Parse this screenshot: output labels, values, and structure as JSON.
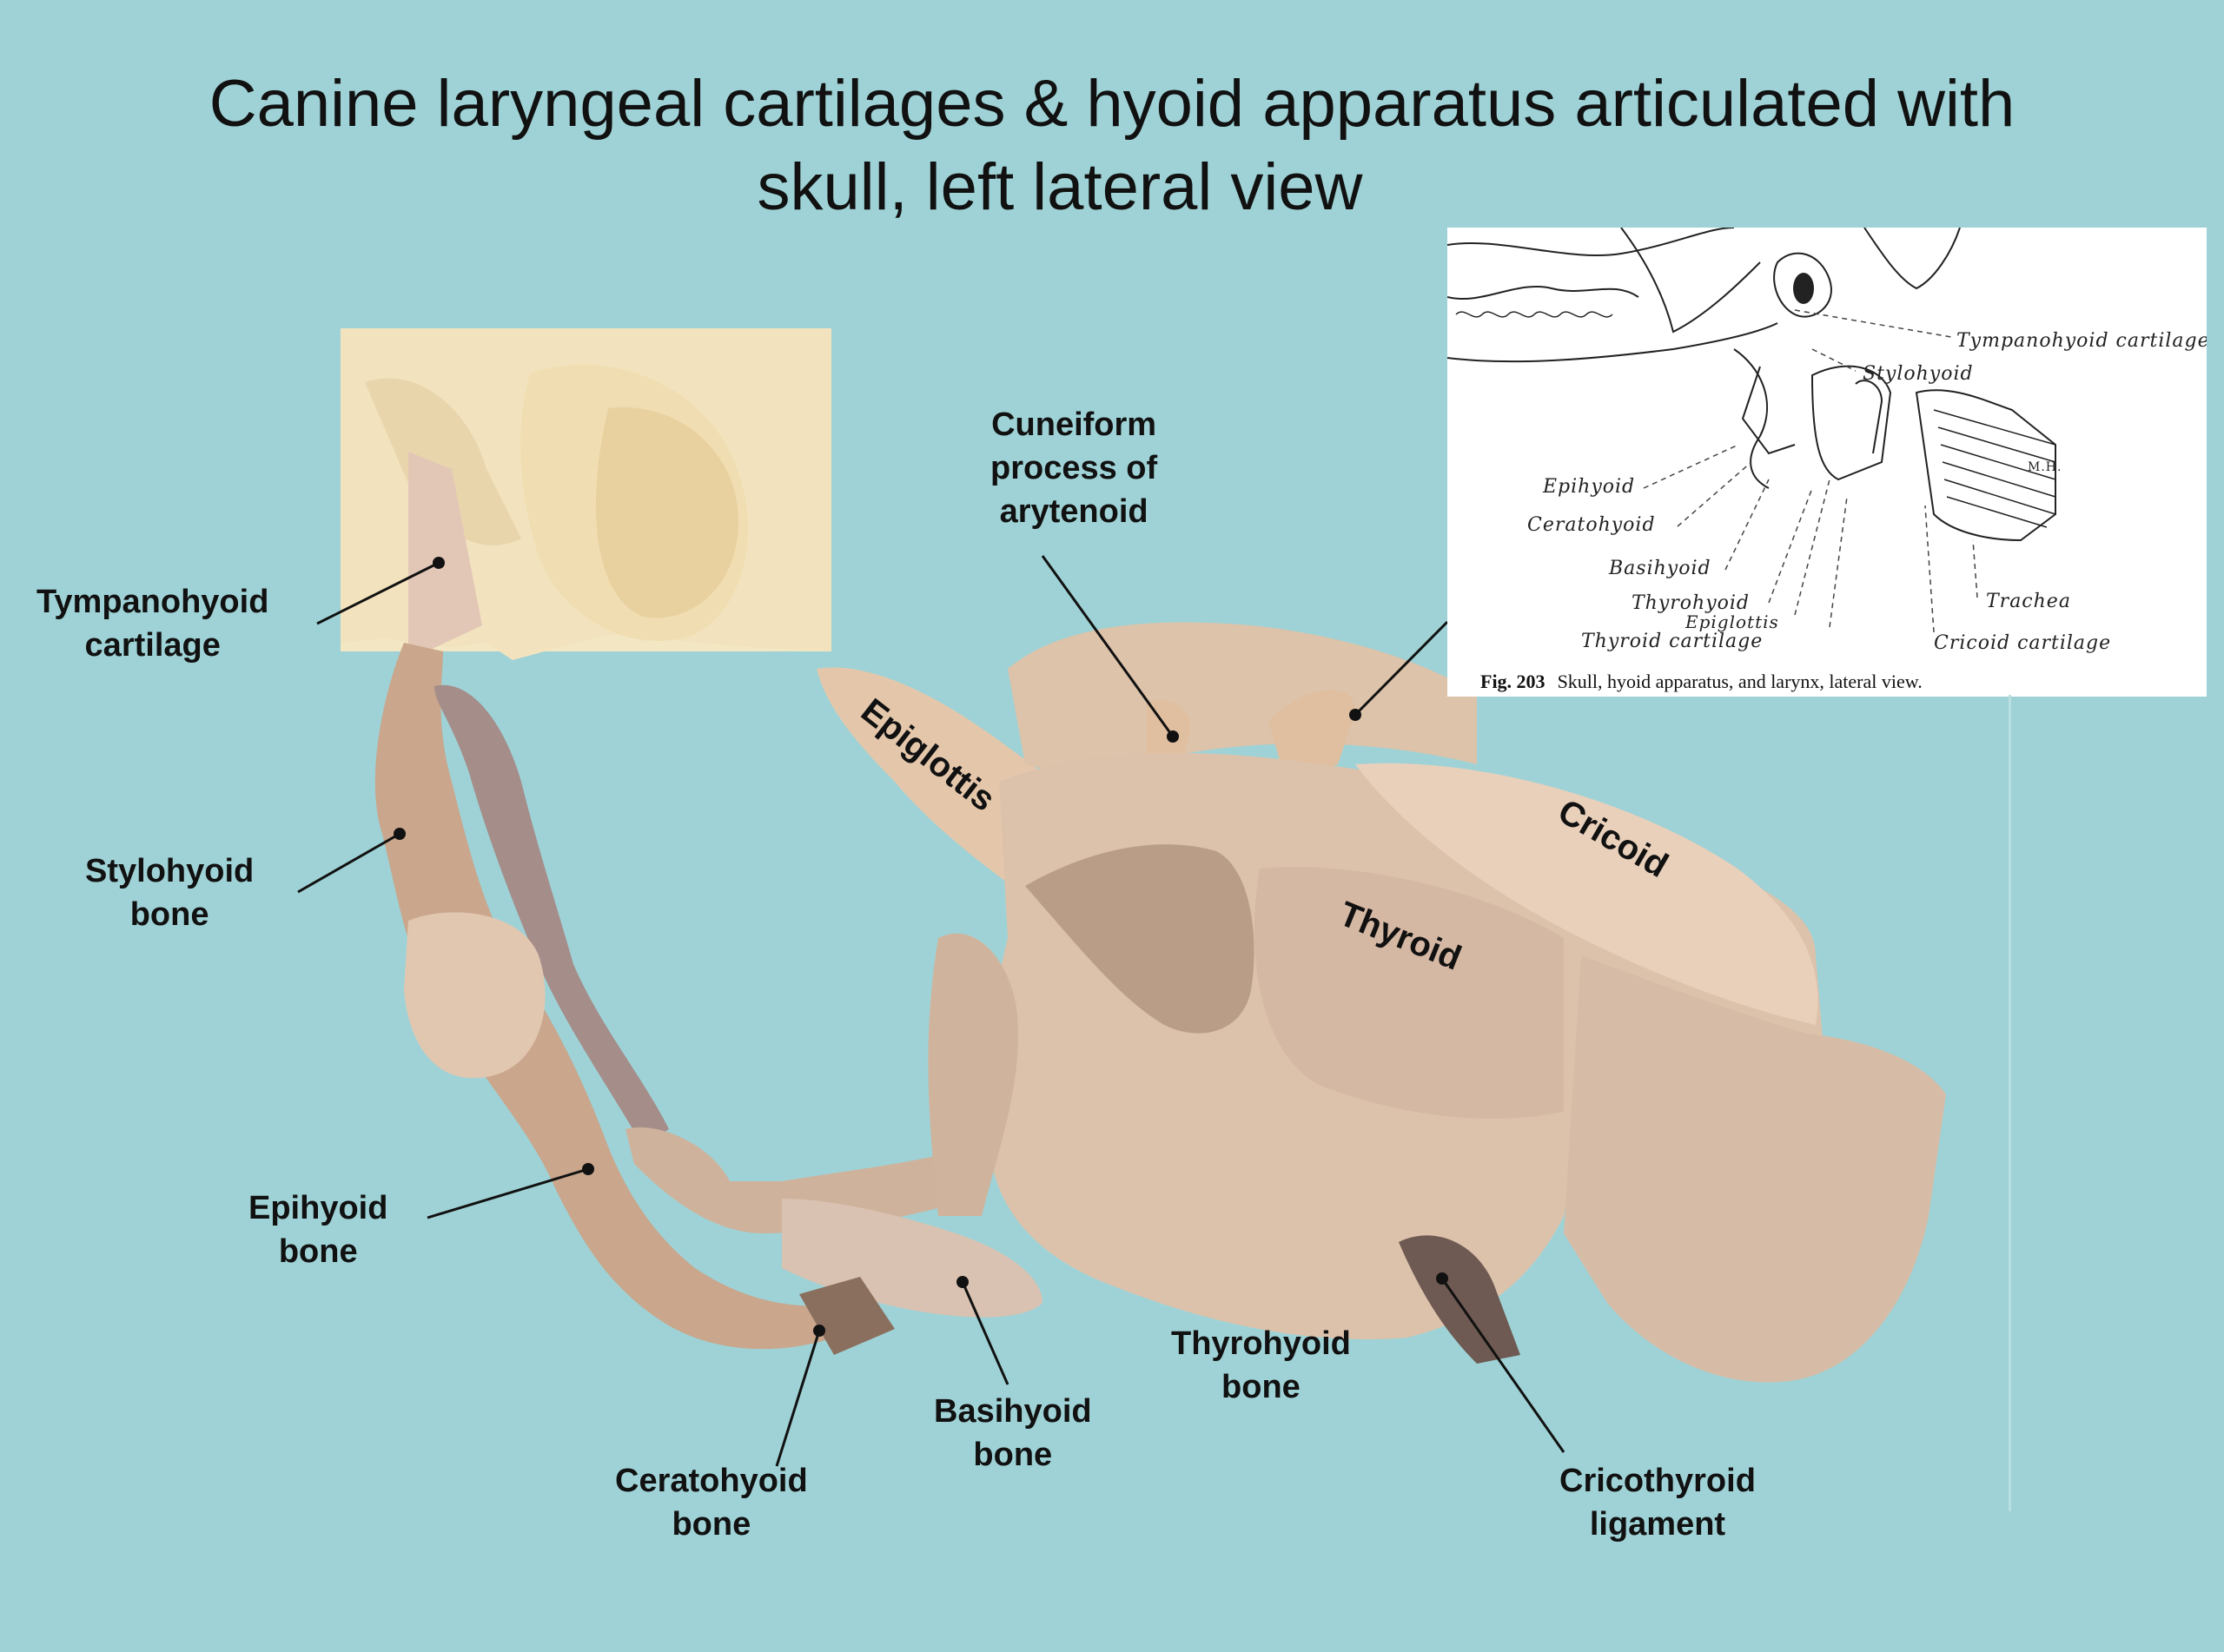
{
  "title": {
    "line1": "Canine laryngeal cartilages & hyoid apparatus articulated with",
    "line2": "skull, left lateral view"
  },
  "labels": {
    "tympanohyoid": [
      "Tympanohyoid",
      "cartilage"
    ],
    "stylohyoid": [
      "Stylohyoid",
      "bone"
    ],
    "epihyoid": [
      "Epihyoid",
      "bone"
    ],
    "ceratohyoid": [
      "Ceratohyoid",
      "bone"
    ],
    "basihyoid": [
      "Basihyoid",
      "bone"
    ],
    "thyrohyoid": [
      "Thyrohyoid",
      "bone"
    ],
    "cricothyroid": [
      "Cricothyroid",
      "ligament"
    ],
    "cuneiform": [
      "Cuneiform",
      "process of",
      "arytenoid"
    ],
    "epiglottis": "Epiglottis",
    "thyroid": "Thyroid",
    "cricoid": "Cricoid"
  },
  "inset": {
    "labels": {
      "tympanohyoid": "Tympanohyoid cartilage",
      "stylohyoid": "Stylohyoid",
      "epihyoid": "Epihyoid",
      "ceratohyoid": "Ceratohyoid",
      "basihyoid": "Basihyoid",
      "thyrohyoid": "Thyrohyoid",
      "epiglottis": "Epiglottis",
      "thyroid_cartilage": "Thyroid cartilage",
      "trachea": "Trachea",
      "cricoid_cartilage": "Cricoid cartilage",
      "initials": "M.H."
    },
    "caption_fig": "Fig. 203",
    "caption_text": "Skull, hyoid apparatus, and larynx, lateral view."
  },
  "colors": {
    "background": "#9fd2d6",
    "cartilage": "#e3cbb4",
    "bone": "#c8a88f",
    "skull": "#f4e8c6"
  }
}
